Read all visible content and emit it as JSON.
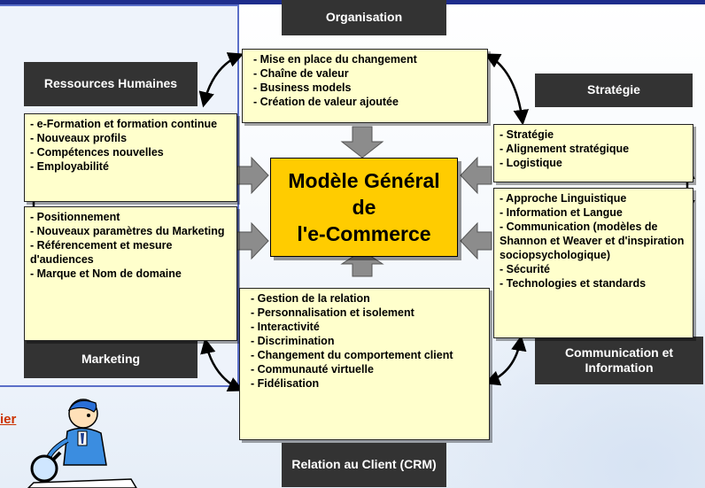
{
  "dark_labels": {
    "organisation": "Organisation",
    "rh": "Ressources Humaines",
    "strategie": "Stratégie",
    "marketing": "Marketing",
    "communication": "Communication et Information",
    "crm": "Relation au Client (CRM)"
  },
  "center": {
    "line1": "Modèle Général",
    "line2": "de",
    "line3": "l'e-Commerce"
  },
  "organisation_items": [
    "- Mise en place du changement",
    "- Chaîne de valeur",
    "- Business models",
    "- Création de valeur ajoutée"
  ],
  "rh_items": [
    "- e-Formation et formation continue",
    "- Nouveaux profils",
    "- Compétences nouvelles",
    "- Employabilité"
  ],
  "marketing_items": [
    "- Positionnement",
    "- Nouveaux paramètres du Marketing",
    "- Référencement et mesure d'audiences",
    "- Marque et Nom de domaine"
  ],
  "strategie_items": [
    "- Stratégie",
    "- Alignement stratégique",
    "- Logistique"
  ],
  "communication_items": [
    "- Approche Linguistique",
    "- Information et Langue",
    "- Communication (modèles de Shannon et Weaver et d'inspiration sociopsychologique)",
    "- Sécurité",
    "- Technologies et standards"
  ],
  "crm_items": [
    "- Gestion de la relation",
    "- Personnalisation et isolement",
    "- Interactivité",
    "- Discrimination",
    "- Changement du comportement client",
    "- Communauté virtuelle",
    "- Fidélisation"
  ],
  "footer": {
    "link_fragment": "ier"
  },
  "colors": {
    "center": "#ffcc00",
    "box": "#ffffcc",
    "label": "#333333",
    "arrow": "#888888"
  }
}
